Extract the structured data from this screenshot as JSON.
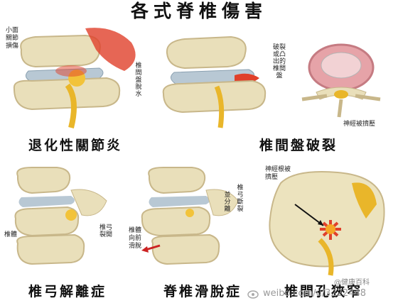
{
  "title": "各式脊椎傷害",
  "colors": {
    "bone": "#e9dfba",
    "bone_dark": "#c8b78a",
    "disc": "#b8c8d4",
    "inflame": "#e0402a",
    "nerve": "#e9b62a",
    "arrow": "#cc2222"
  },
  "panels": [
    {
      "caption": "退化性關節炎",
      "labels": [
        "小面關節損傷",
        "椎間盤脫水"
      ]
    },
    {
      "caption": "椎間盤破裂",
      "labels": [
        "破裂或凸出的椎間盤",
        "神經被擠壓"
      ]
    },
    {
      "caption": "椎弓解離症",
      "labels": [
        "椎體",
        "椎弓裂開"
      ]
    },
    {
      "caption": "脊椎滑脫症",
      "labels": [
        "椎體向前滑脫",
        "椎弓斷裂",
        "並分離"
      ]
    },
    {
      "caption": "椎間孔狹窄",
      "labels": [
        "神經根被擠壓"
      ]
    }
  ],
  "watermark": {
    "text": "weibo.com/u/3222448",
    "handle": "@健康百科"
  }
}
